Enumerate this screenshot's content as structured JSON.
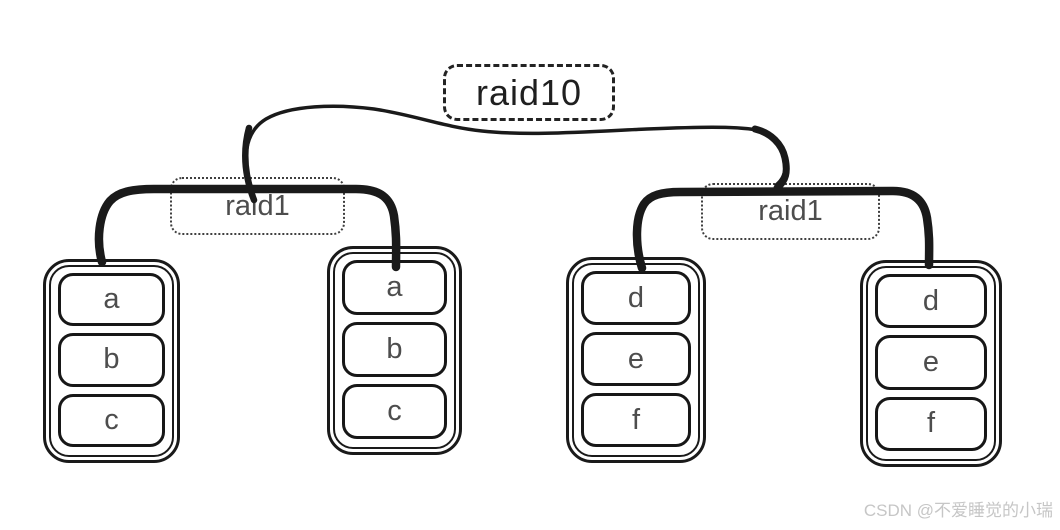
{
  "diagram": {
    "root": {
      "label": "raid10"
    },
    "groups": [
      {
        "label": "raid1"
      },
      {
        "label": "raid1"
      }
    ],
    "disks": [
      {
        "blocks": [
          "a",
          "b",
          "c"
        ]
      },
      {
        "blocks": [
          "a",
          "b",
          "c"
        ]
      },
      {
        "blocks": [
          "d",
          "e",
          "f"
        ]
      },
      {
        "blocks": [
          "d",
          "e",
          "f"
        ]
      }
    ]
  },
  "watermark": {
    "text": "CSDN @不爱睡觉的小瑞"
  },
  "colors": {
    "ink": "#1a1a1a",
    "label_gray": "#4d4d4d",
    "watermark_gray": "#c6c6c6",
    "background": "#ffffff"
  }
}
